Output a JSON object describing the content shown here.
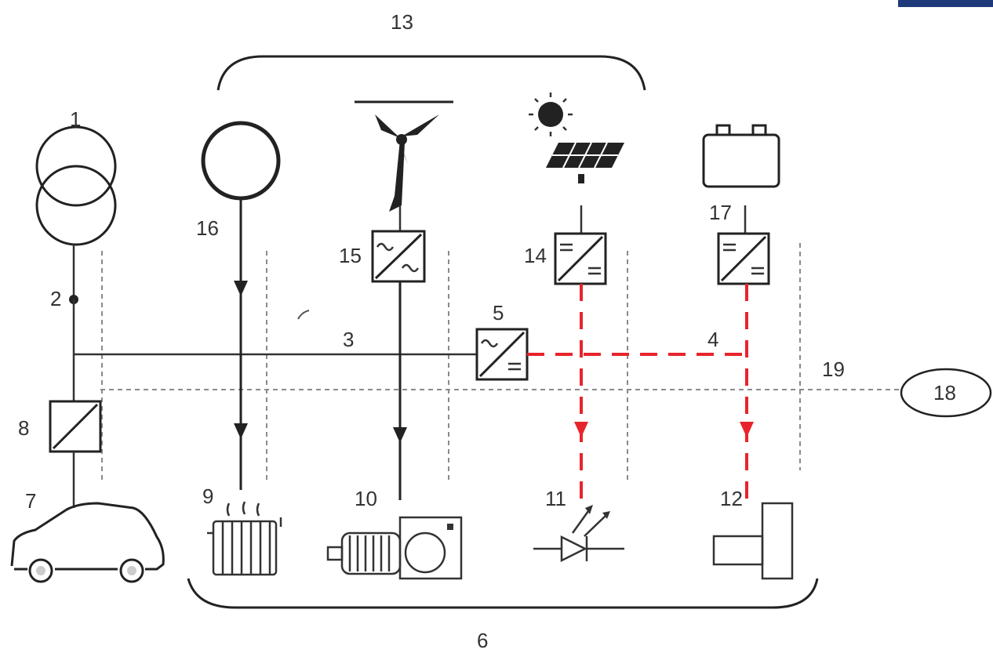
{
  "labels": {
    "l1": "1",
    "l2": "2",
    "l3": "3",
    "l4": "4",
    "l5": "5",
    "l6": "6",
    "l7": "7",
    "l8": "8",
    "l9": "9",
    "l10": "10",
    "l11": "11",
    "l12": "12",
    "l13": "13",
    "l14": "14",
    "l15": "15",
    "l16": "16",
    "l17": "17",
    "l18": "18",
    "l19": "19"
  },
  "colors": {
    "dc_line": "#e8242b",
    "ac_line": "#333333",
    "signal_line": "#8a8a8a",
    "corner_badge": "#1f3a7a"
  },
  "icons": [
    "transformer-icon",
    "grid-node-icon",
    "inverter-icon",
    "dc-dc-converter-icon",
    "car-icon",
    "radiator-icon",
    "motor-icon",
    "led-icon",
    "electrolyzer-icon",
    "wind-turbine-icon",
    "sun-icon",
    "solar-panel-icon",
    "battery-icon",
    "heat-source-icon",
    "controller-ellipse-icon"
  ]
}
